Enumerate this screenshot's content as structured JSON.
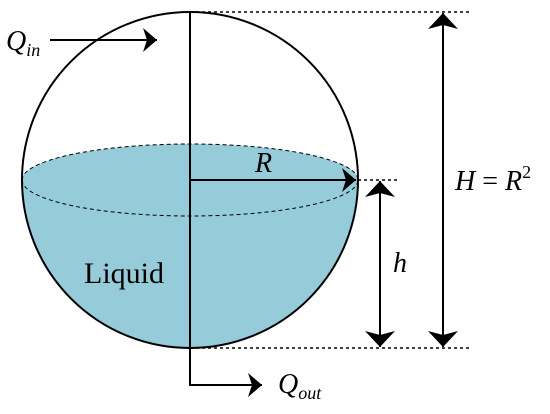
{
  "labels": {
    "q_in": {
      "main": "Q",
      "sub": "in"
    },
    "q_out": {
      "main": "Q",
      "sub": "out"
    },
    "radius": "R",
    "level": "h",
    "height": {
      "lhs": "H",
      "eq": " = ",
      "rhs": "R",
      "sup": "2"
    },
    "liquid": "Liquid"
  },
  "colors": {
    "liquid": "#96cbd9",
    "stroke": "#000000"
  }
}
